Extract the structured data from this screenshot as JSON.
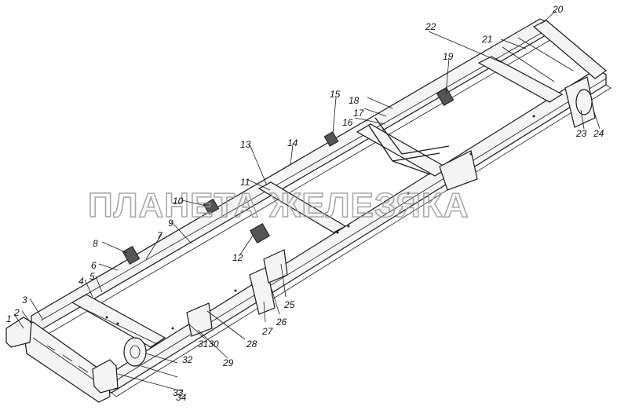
{
  "watermark": "ПЛАНЕТА ЖЕЛЕЗЯКА",
  "callouts": [
    "1",
    "2",
    "3",
    "4",
    "5",
    "6",
    "7",
    "8",
    "9",
    "10",
    "11",
    "12",
    "13",
    "14",
    "15",
    "16",
    "17",
    "18",
    "19",
    "20",
    "21",
    "22",
    "23",
    "24",
    "25",
    "26",
    "27",
    "28",
    "29",
    "3130",
    "32",
    "33",
    "34"
  ]
}
